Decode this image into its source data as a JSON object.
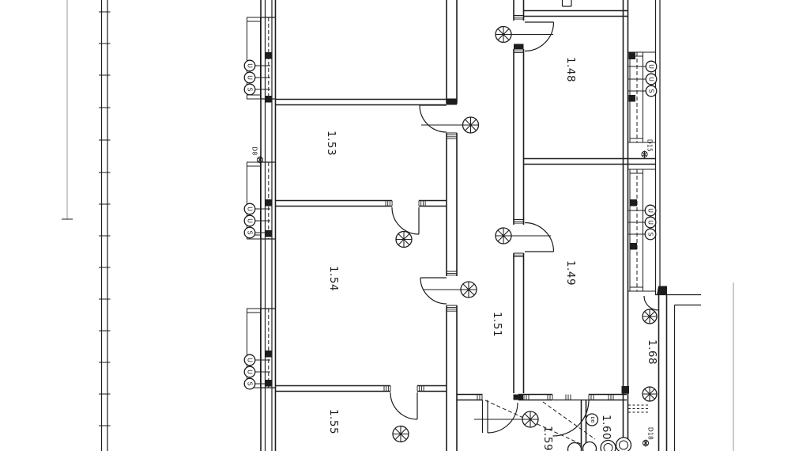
{
  "drawing": {
    "kind_label": "architectural floor plan",
    "colors": {
      "line": "#1d1d1d",
      "muted": "#999999",
      "background": "#ffffff"
    }
  },
  "rooms": {
    "n153": "1.53",
    "n154": "1.54",
    "n155": "1.55",
    "n148": "1.48",
    "n149": "1.49",
    "n151": "1.51",
    "n159": "1.59",
    "n160": "1.60",
    "n168": "1.68"
  },
  "door_tags": {
    "d8": "D8",
    "d15": "D15",
    "d18": "D18"
  },
  "fixtures": {
    "letters": [
      "U",
      "U",
      "S"
    ],
    "db": "DB"
  }
}
